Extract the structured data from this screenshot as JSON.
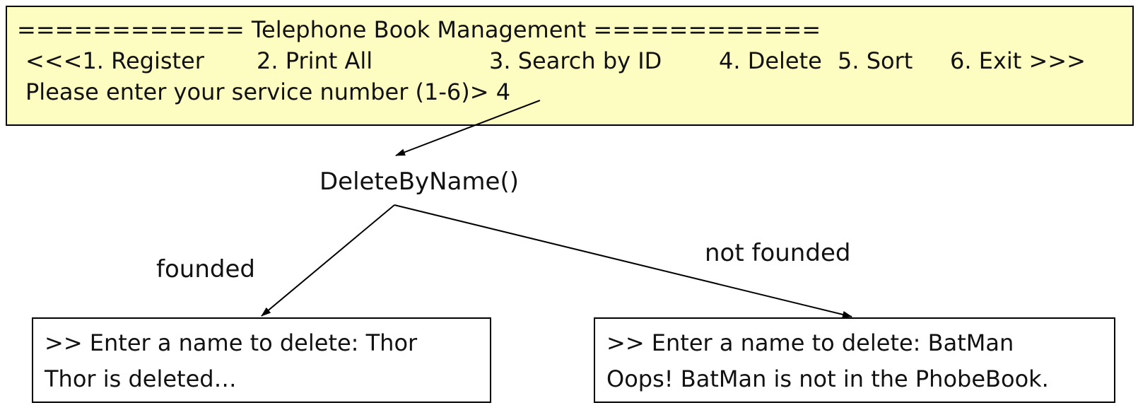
{
  "menu": {
    "title_line": "============ Telephone Book Management ============",
    "items": [
      {
        "label": "<<<1. Register"
      },
      {
        "label": "2. Print All"
      },
      {
        "label": "3. Search by ID"
      },
      {
        "label": "4. Delete"
      },
      {
        "label": "5. Sort"
      },
      {
        "label": "6. Exit >>>"
      }
    ],
    "prompt": "Please enter your service number (1-6)> 4"
  },
  "diagram": {
    "function_name": "DeleteByName()",
    "branch_found_label": "founded",
    "branch_not_found_label": "not founded"
  },
  "outputs": {
    "found": {
      "line1": ">> Enter a name to delete: Thor",
      "line2": "Thor is deleted…"
    },
    "not_found": {
      "line1": ">> Enter a name to delete: BatMan",
      "line2": "Oops! BatMan is not in the PhobeBook."
    }
  }
}
